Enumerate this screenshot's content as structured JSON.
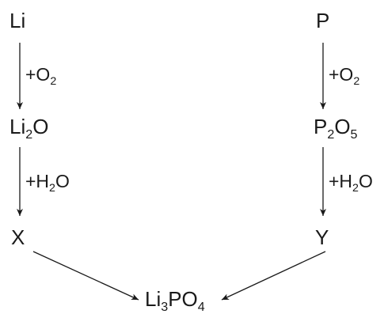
{
  "left_chain": {
    "start": "Li",
    "step1": {
      "prefix": "+O",
      "sub": "2"
    },
    "mid": {
      "a": "Li",
      "a_sub": "2",
      "b": "O"
    },
    "step2": {
      "prefix": "+H",
      "sub": "2",
      "suffix": "O"
    },
    "end": "X"
  },
  "right_chain": {
    "start": "P",
    "step1": {
      "prefix": "+O",
      "sub": "2"
    },
    "mid": {
      "a": "P",
      "a_sub": "2",
      "b": "O",
      "b_sub": "5"
    },
    "step2": {
      "prefix": "+H",
      "sub": "2",
      "suffix": "O"
    },
    "end": "Y"
  },
  "product": {
    "a": "Li",
    "a_sub": "3",
    "b": "PO",
    "b_sub": "4"
  }
}
